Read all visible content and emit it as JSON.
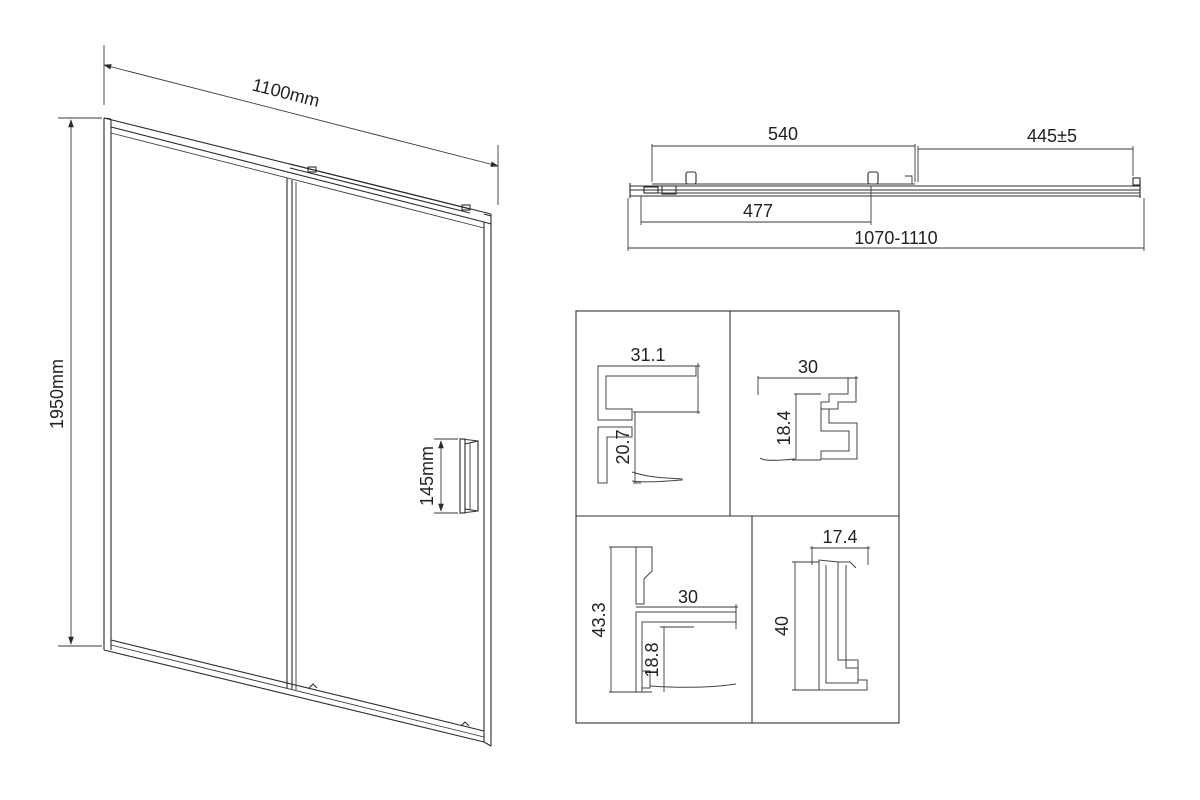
{
  "door_view": {
    "width_label": "1100mm",
    "height_label": "1950mm",
    "handle_label": "145mm"
  },
  "top_view": {
    "dim_top_left": "540",
    "dim_top_right": "445±5",
    "dim_inner": "477",
    "dim_total": "1070-1110"
  },
  "profiles": [
    {
      "width": "31.1",
      "height": "20.7"
    },
    {
      "width": "30",
      "height": "18.4"
    },
    {
      "width": "30",
      "height": "43.3",
      "height2": "18.8"
    },
    {
      "width": "17.4",
      "height": "40"
    }
  ]
}
